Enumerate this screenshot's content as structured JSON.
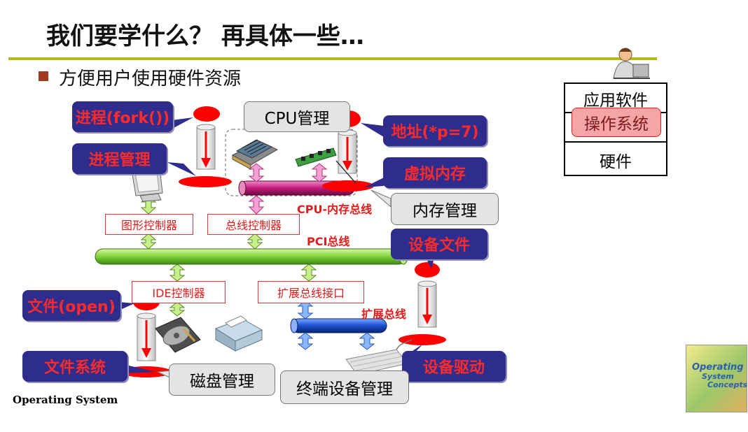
{
  "slide": {
    "title": "我们要学什么？ 再具体一些…",
    "bullet": "方便用户使用硬件资源",
    "footer": "Operating System"
  },
  "callouts": {
    "process_fork": "进程(fork())",
    "process_mgmt": "进程管理",
    "address": "地址(*p=7)",
    "virtual_memory": "虚拟内存",
    "device_file": "设备文件",
    "file_open": "文件(open)",
    "file_system": "文件系统",
    "device_driver": "设备驱动"
  },
  "managers": {
    "cpu": "CPU管理",
    "memory": "内存管理",
    "disk": "磁盘管理",
    "terminal": "终端设备管理"
  },
  "controllers": {
    "graphics": "图形控制器",
    "bus": "总线控制器",
    "ide": "IDE控制器",
    "expansion_interface": "扩展总线接口"
  },
  "bus_labels": {
    "cpu_memory_bus": "CPU-内存总线",
    "pci_bus": "PCI总线",
    "expansion_bus": "扩展总线"
  },
  "layers": {
    "application": "应用软件",
    "os": "操作系统",
    "hardware": "硬件"
  },
  "book_cover": {
    "line1": "Operating",
    "line2": "System",
    "line3": "Concepts"
  },
  "colors": {
    "callout_bg": "#2e2c8c",
    "callout_text": "#ff2a2a",
    "pci_bus": "#7fd23a",
    "cpu_memory_bus": "#c21a7a",
    "expansion_bus": "#1a4fd0",
    "title_rule": "#b5b81c"
  }
}
